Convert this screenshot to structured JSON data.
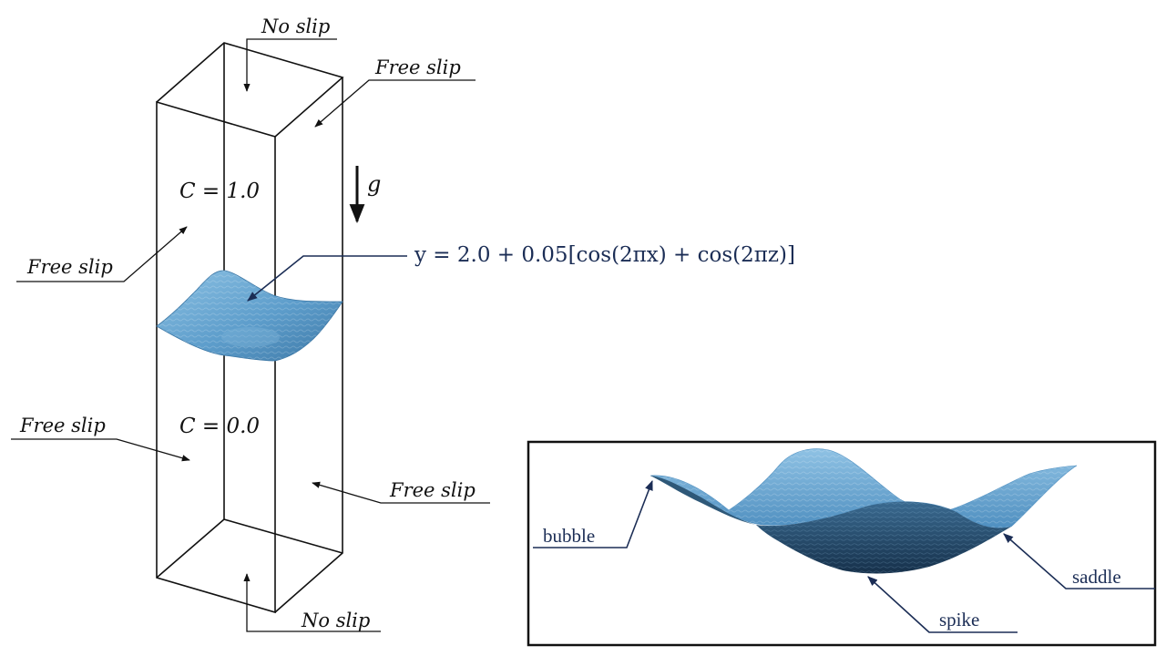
{
  "diagram": {
    "boundary_labels": {
      "top": "No slip",
      "back_right_top": "Free slip",
      "left_upper": "Free slip",
      "left_lower": "Free slip",
      "right_lower": "Free slip",
      "bottom": "No slip"
    },
    "upper_concentration": "C = 1.0",
    "lower_concentration": "C = 0.0",
    "gravity_symbol": "g",
    "interface_equation": "y = 2.0 + 0.05[cos(2πx) + cos(2πz)]",
    "colors": {
      "surface_light": "#7fb6dc",
      "surface_mid": "#4f8fc0",
      "surface_dark": "#1f3f5c",
      "annotation_blue": "#1b2d55",
      "line": "#111111"
    }
  },
  "inset": {
    "labels": {
      "bubble": "bubble",
      "spike": "spike",
      "saddle": "saddle"
    }
  }
}
